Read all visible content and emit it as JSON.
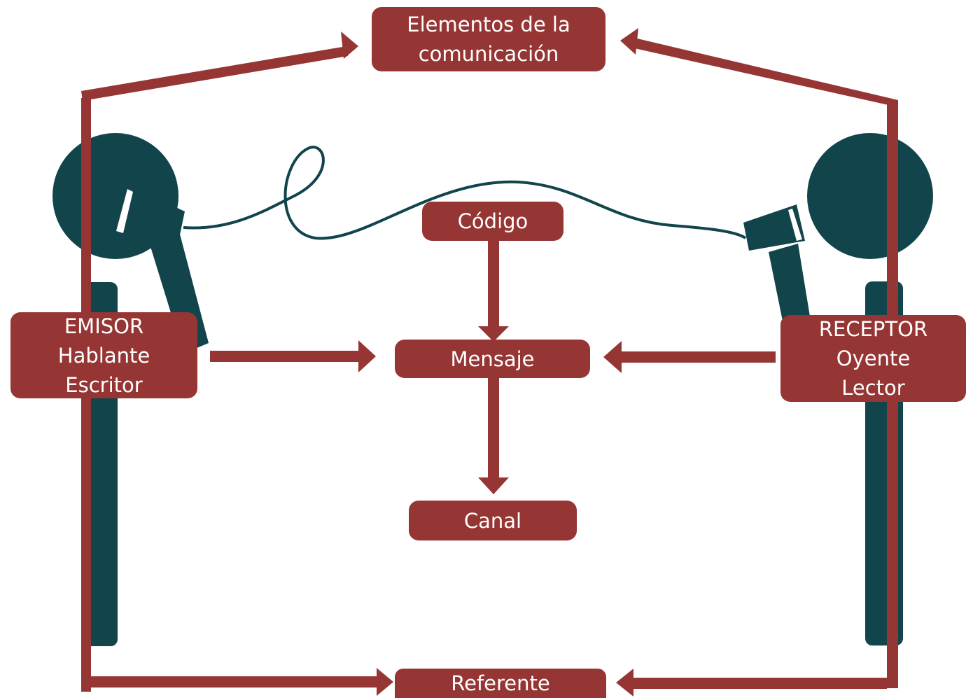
{
  "colors": {
    "box": "#963634",
    "arrow": "#963634",
    "figure": "#11444b",
    "background": "#ffffff"
  },
  "boxes": {
    "elementos": {
      "line1": "Elementos de la",
      "line2": "comunicación"
    },
    "codigo": {
      "label": "Código"
    },
    "mensaje": {
      "label": "Mensaje"
    },
    "canal": {
      "label": "Canal"
    },
    "referente": {
      "label": "Referente"
    },
    "emisor": {
      "line1": "EMISOR",
      "line2": "Hablante",
      "line3": "Escritor"
    },
    "receptor": {
      "line1": "RECEPTOR",
      "line2": "Oyente",
      "line3": "Lector"
    }
  },
  "icons": [
    "person-with-cup-phone-left-icon",
    "person-with-cup-phone-right-icon",
    "string-wire-icon"
  ]
}
